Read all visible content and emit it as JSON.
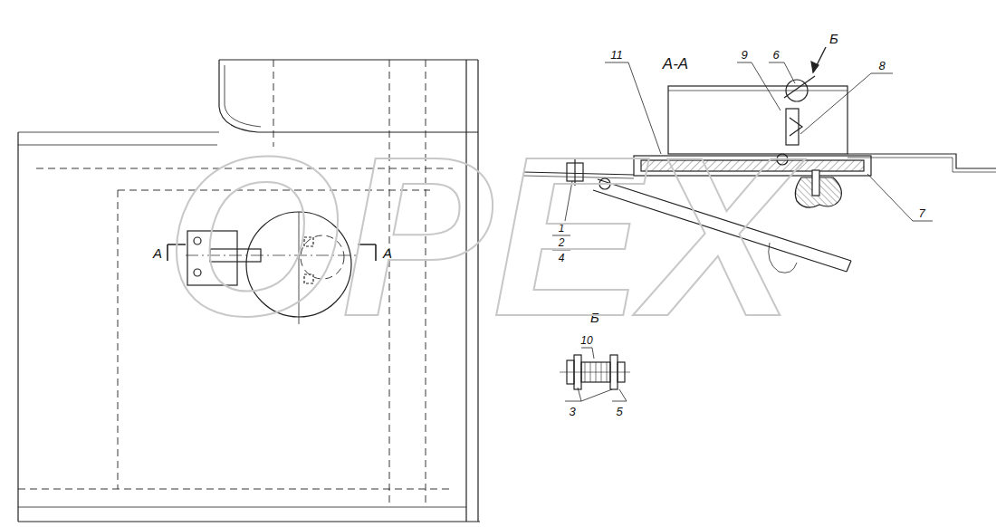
{
  "diagram": {
    "labels": [
      "А-А",
      "Б",
      "11",
      "9",
      "6",
      "8",
      "7",
      "1",
      "2",
      "4",
      "А",
      "А",
      "Б",
      "10",
      "3",
      "5",
      "OPEX"
    ]
  }
}
